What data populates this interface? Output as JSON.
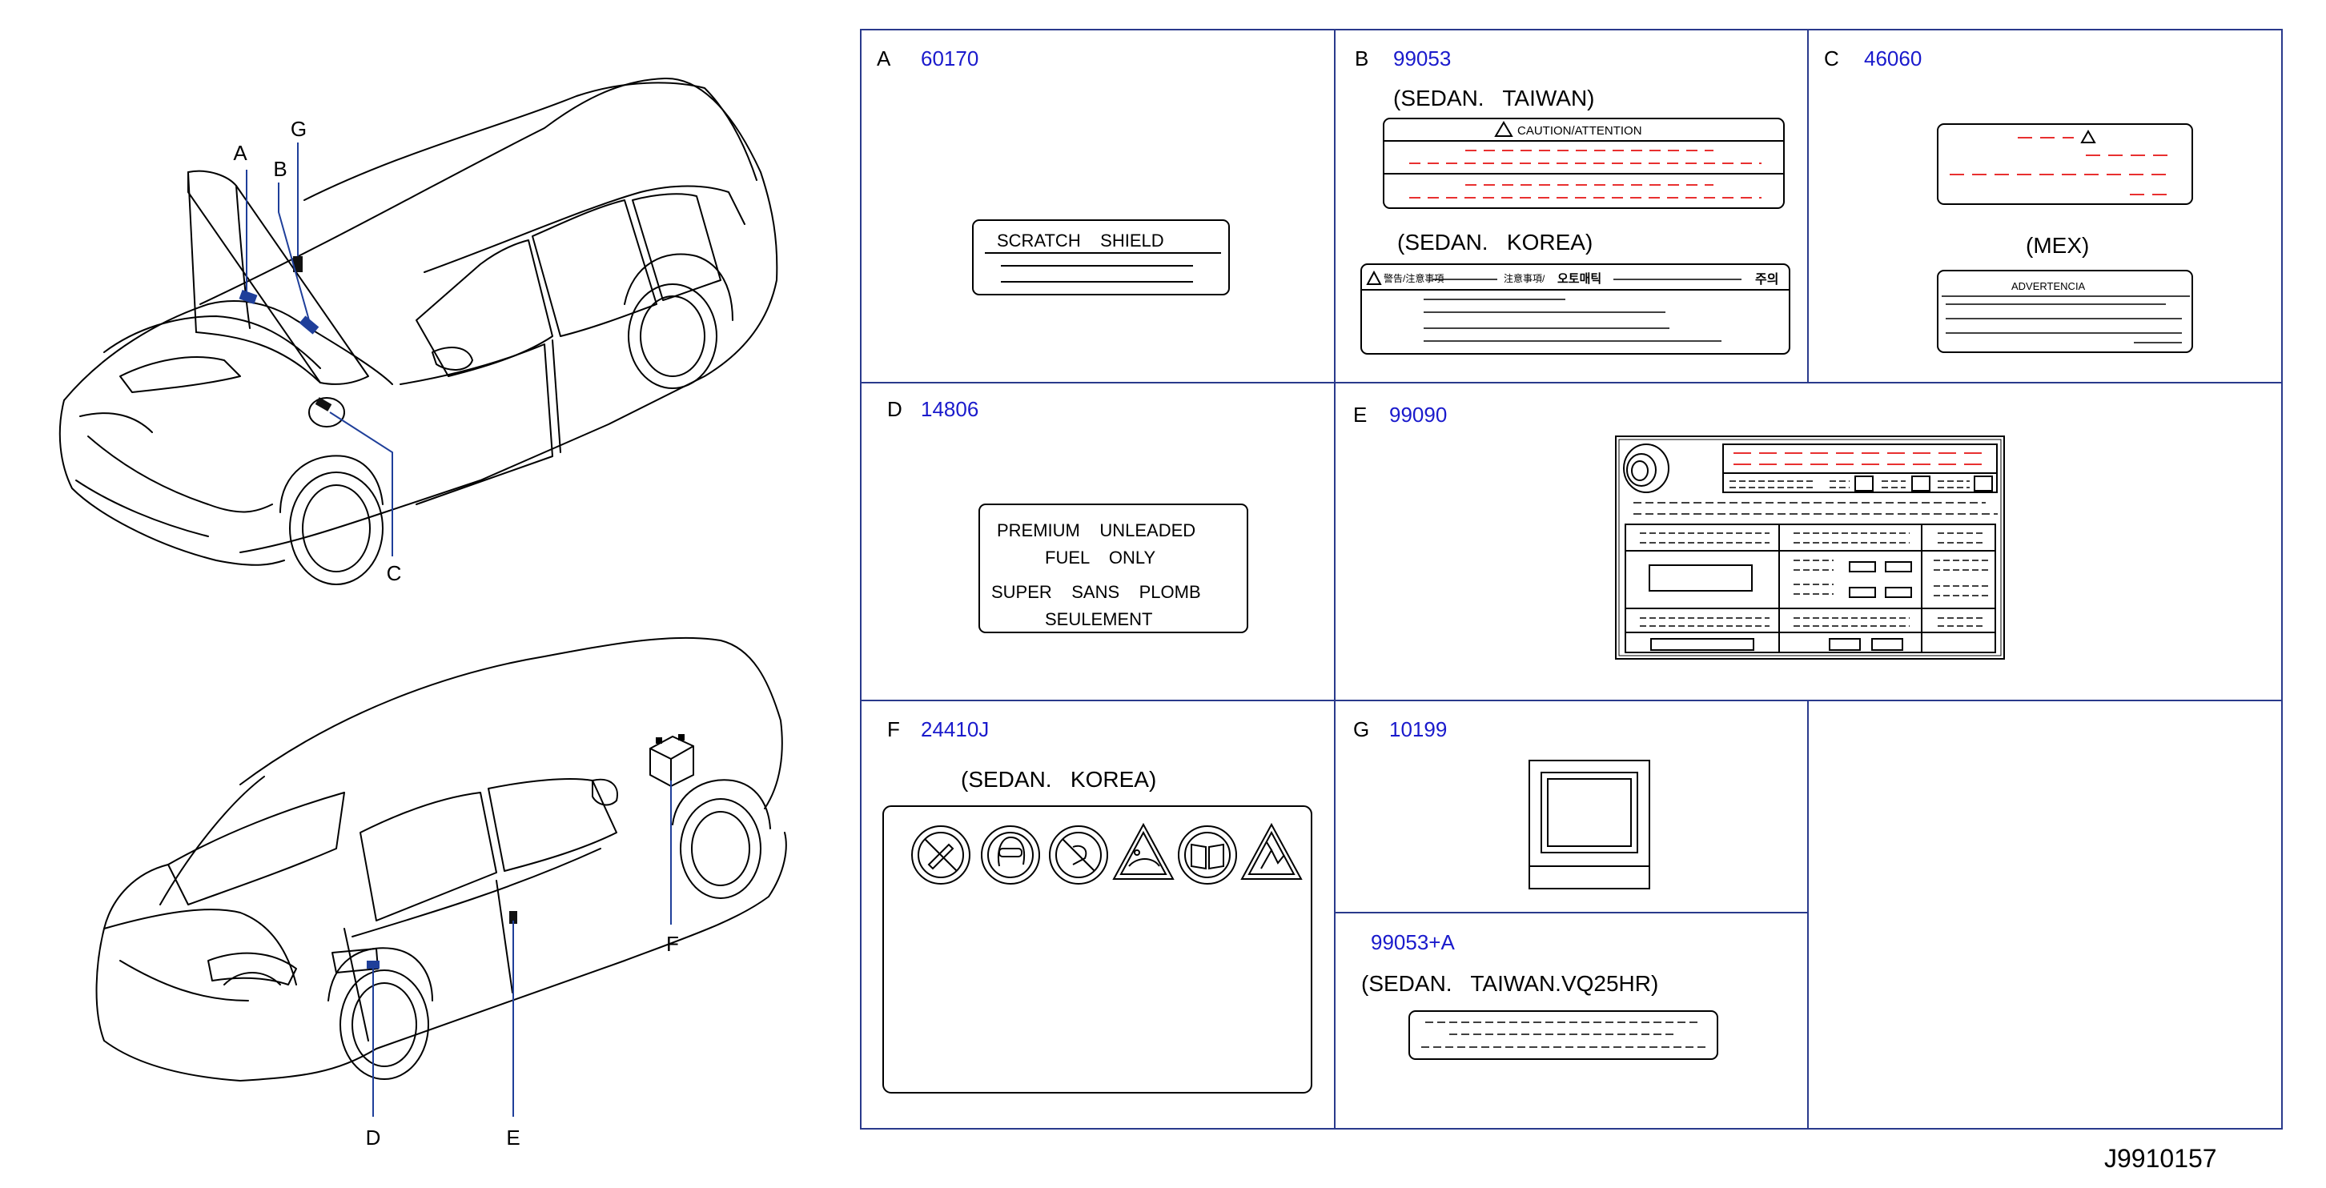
{
  "callouts": {
    "a": "A",
    "b": "B",
    "c": "C",
    "d": "D",
    "e": "E",
    "f": "F",
    "g": "G"
  },
  "cells": {
    "a": {
      "letter": "A",
      "part": "60170",
      "label_line1": "SCRATCH    SHIELD"
    },
    "b": {
      "letter": "B",
      "part": "99053",
      "variant1": "(SEDAN.   TAIWAN)",
      "caution_text": "CAUTION/ATTENTION",
      "variant2": "(SEDAN.   KOREA)",
      "korea_label_left": "警告/注意事項",
      "korea_label_mid": "注意事項/",
      "korea_label_bold": "오토매틱",
      "korea_label_right": "주의"
    },
    "c": {
      "letter": "C",
      "part": "46060",
      "variant": "(MEX)",
      "advert_text": "ADVERTENCIA"
    },
    "d": {
      "letter": "D",
      "part": "14806",
      "line1": "PREMIUM    UNLEADED",
      "line2": "FUEL    ONLY",
      "line3": "SUPER    SANS    PLOMB",
      "line4": "SEULEMENT"
    },
    "e": {
      "letter": "E",
      "part": "99090"
    },
    "f": {
      "letter": "F",
      "part": "24410J",
      "variant": "(SEDAN.   KOREA)"
    },
    "g": {
      "letter": "G",
      "part": "10199"
    },
    "g2": {
      "part": "99053+A",
      "variant": "(SEDAN.   TAIWAN.VQ25HR)"
    }
  },
  "diagram_id": "J9910157",
  "colors": {
    "line": "#000000",
    "part_number": "#1a1acc",
    "leader": "#1f3f9a",
    "dash_red": "#e83030",
    "frame": "#2a3a8c"
  }
}
